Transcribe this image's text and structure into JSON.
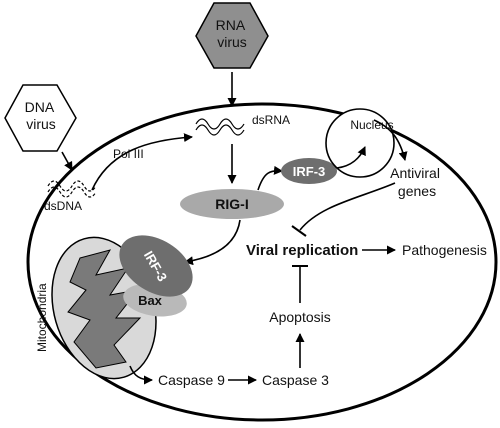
{
  "viruses": {
    "rna": "RNA\nvirus",
    "dna": "DNA\nvirus"
  },
  "labels": {
    "dsrna": "dsRNA",
    "dsdna": "dsDNA",
    "pol3": "Pol III",
    "nucleus": "Nucleus",
    "antiviral": "Antiviral\ngenes",
    "rig1": "RIG-I",
    "irf3_top": "IRF-3",
    "irf3_mito": "IRF-3",
    "bax": "Bax",
    "mitochondria": "Mitochondria",
    "viral_replication": "Viral replication",
    "pathogenesis": "Pathogenesis",
    "apoptosis": "Apoptosis",
    "caspase9": "Caspase 9",
    "caspase3": "Caspase 3"
  },
  "colors": {
    "virus_fill": "#8f8f8f",
    "rig1_fill": "#a9a9a9",
    "irf3_fill": "#6e6e6e",
    "bax_fill": "#b9b9b9",
    "mito_fill": "#d9d9d9",
    "mito_inner": "#7a7a7a"
  }
}
